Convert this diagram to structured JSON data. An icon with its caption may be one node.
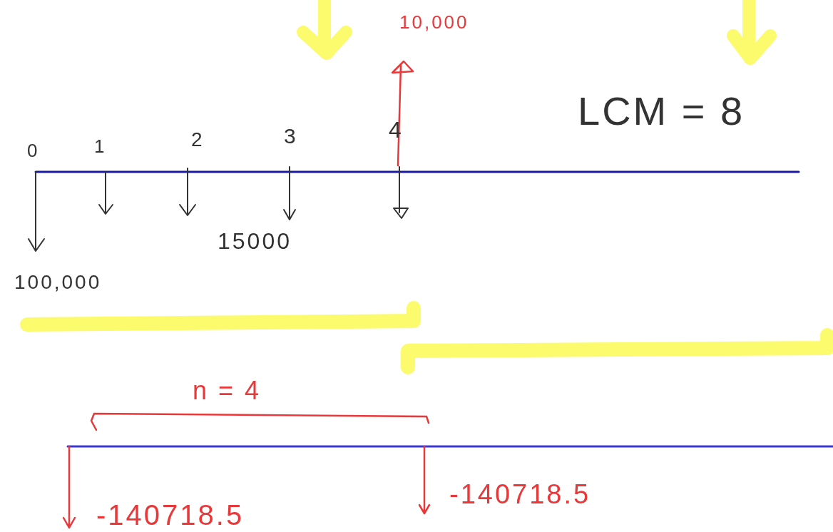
{
  "diagram": {
    "labels": [
      "10,000",
      "LCM = 8",
      "0",
      "1",
      "2",
      "3",
      "4",
      "15000",
      "100,000",
      "n = 4",
      "-140718.5",
      "-140718.5"
    ]
  }
}
